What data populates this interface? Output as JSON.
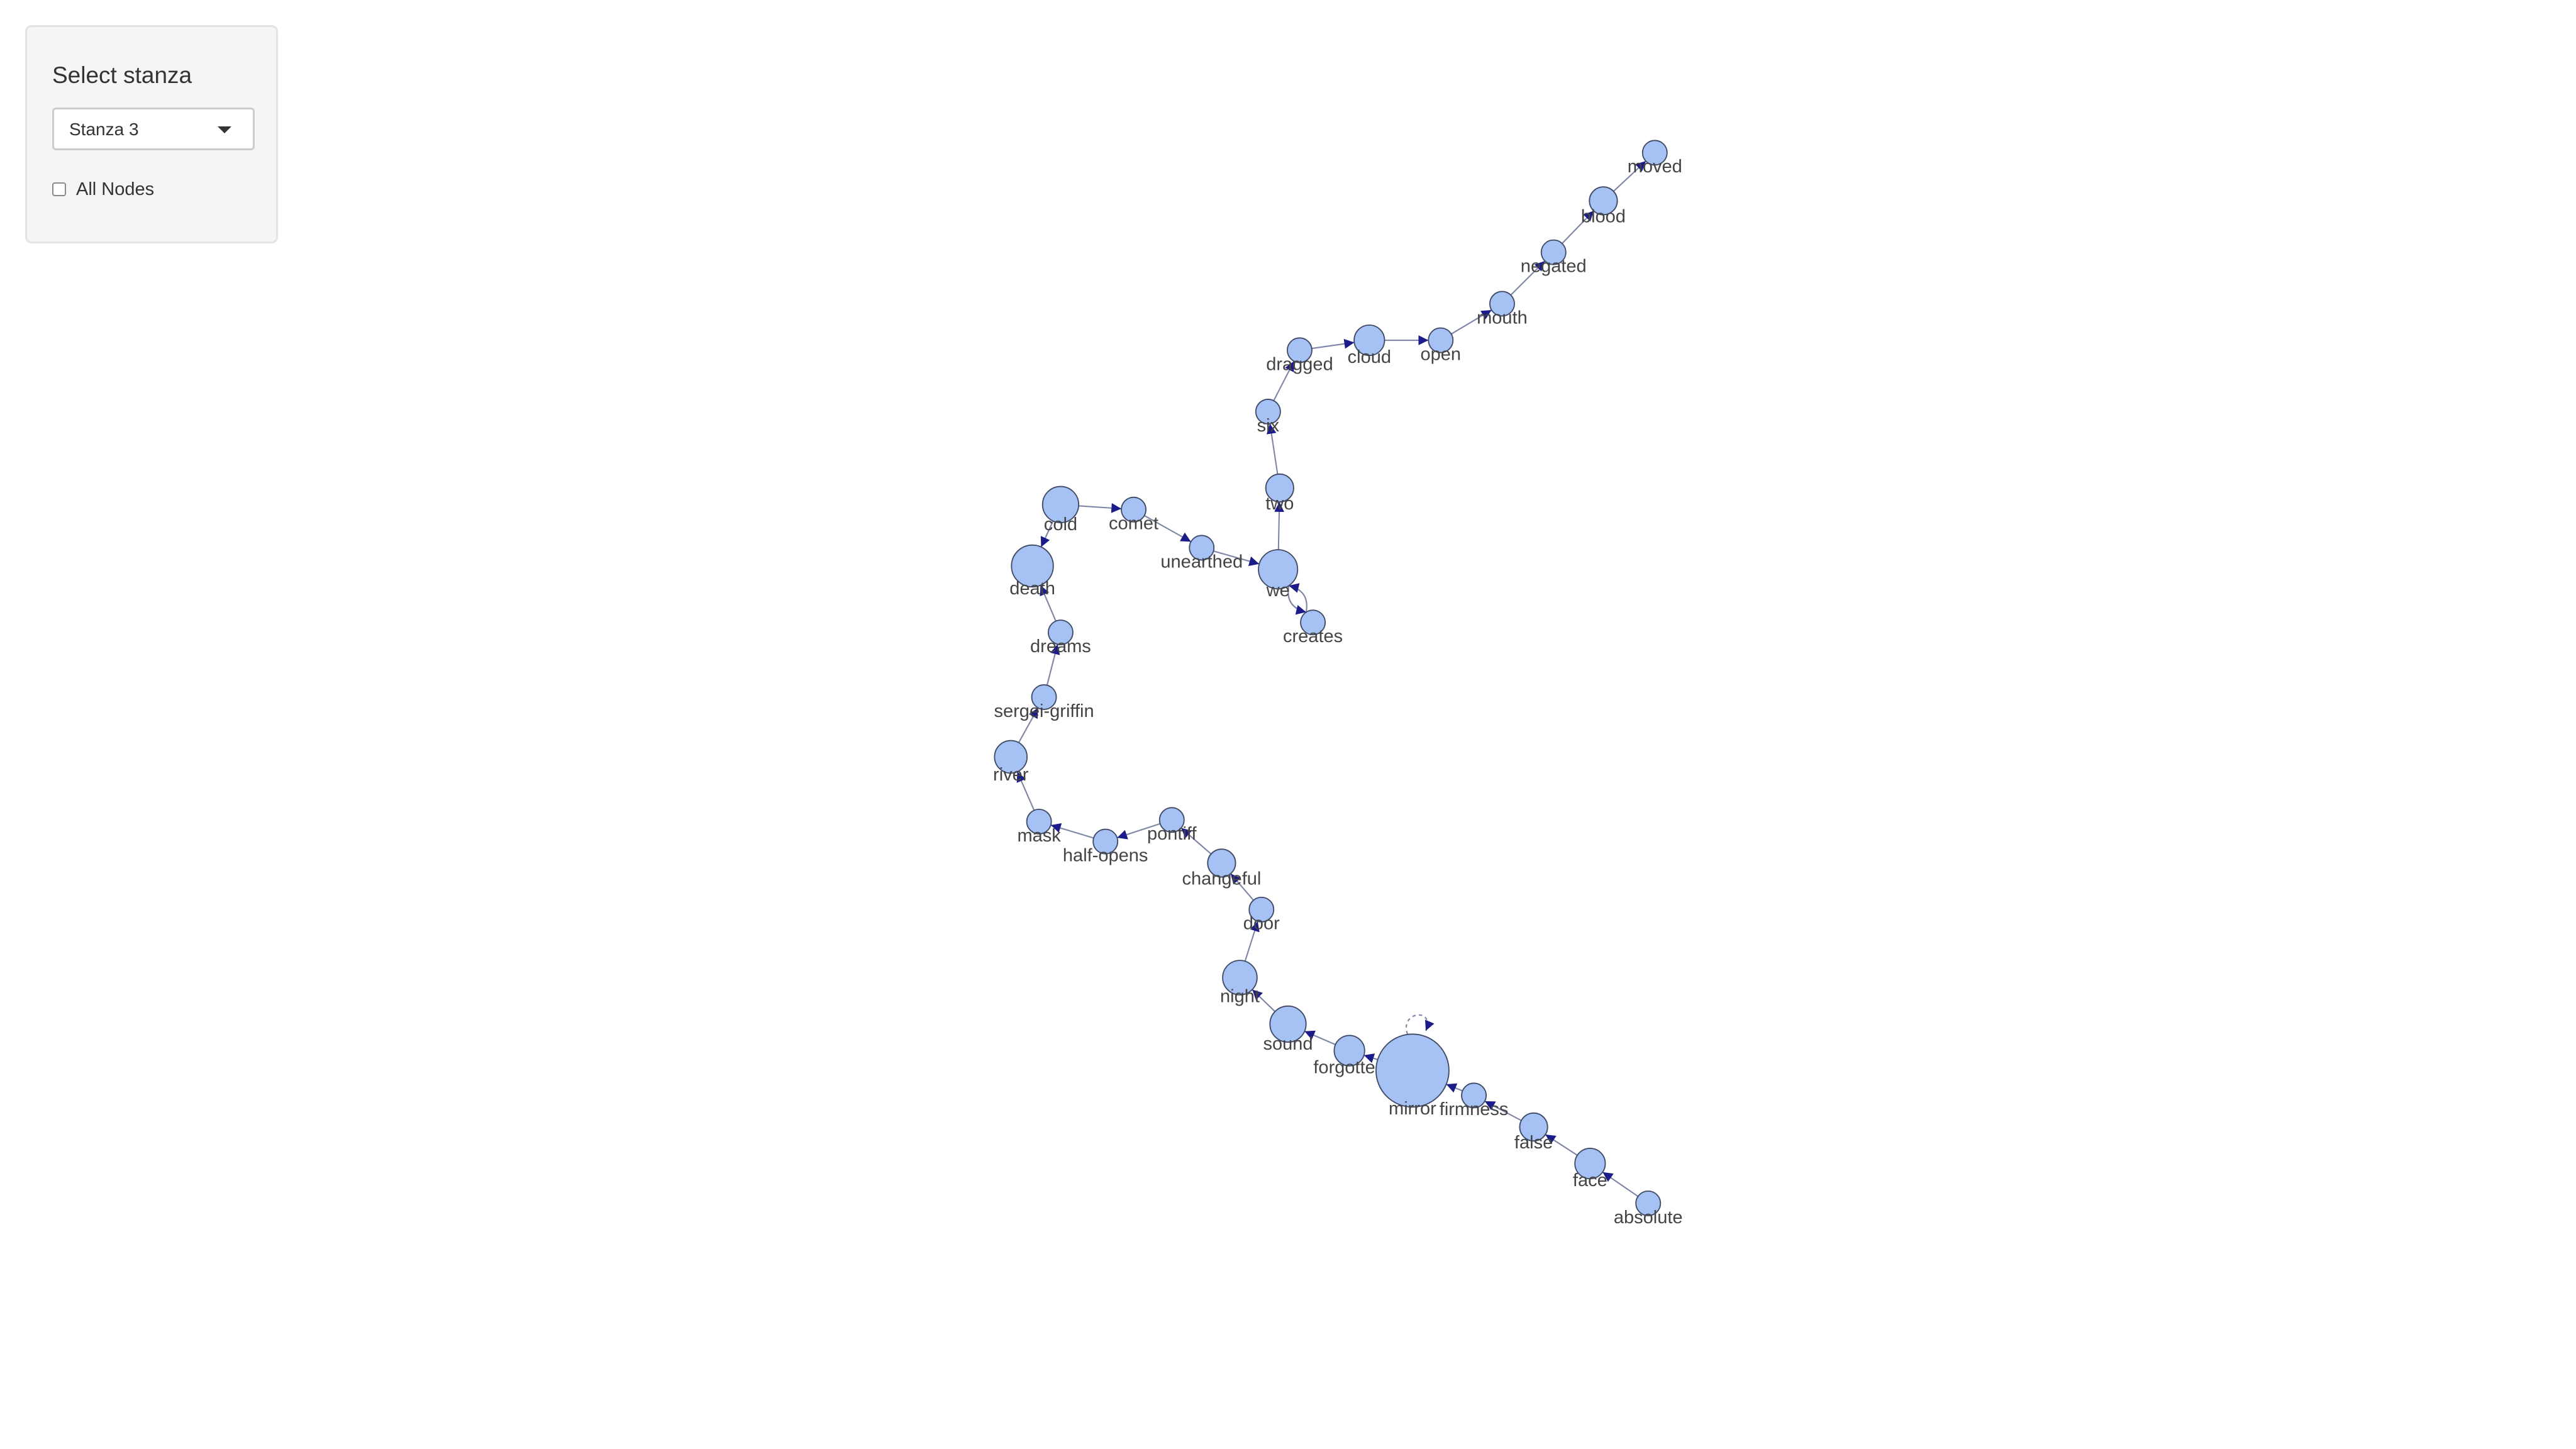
{
  "sidebar": {
    "title": "Select stanza",
    "select": {
      "value": "Stanza 3",
      "options": [
        "Stanza 3"
      ]
    },
    "checkbox": {
      "label": "All Nodes",
      "checked": false
    }
  },
  "colors": {
    "node_fill": "#a6c2f4",
    "node_stroke": "#3f4a66",
    "edge": "#7d86a6",
    "arrow": "#1b1b8a",
    "panel_bg": "#f5f5f5"
  },
  "graph": {
    "nodes": [
      {
        "id": "moved",
        "label": "moved",
        "weight": 1
      },
      {
        "id": "blood",
        "label": "blood",
        "weight": 2
      },
      {
        "id": "negated",
        "label": "negated",
        "weight": 1
      },
      {
        "id": "mouth",
        "label": "mouth",
        "weight": 1
      },
      {
        "id": "open",
        "label": "open",
        "weight": 1
      },
      {
        "id": "cloud",
        "label": "cloud",
        "weight": 3
      },
      {
        "id": "dragged",
        "label": "dragged",
        "weight": 1
      },
      {
        "id": "six",
        "label": "six",
        "weight": 1
      },
      {
        "id": "two",
        "label": "two",
        "weight": 2
      },
      {
        "id": "we",
        "label": "we",
        "weight": 8
      },
      {
        "id": "creates",
        "label": "creates",
        "weight": 1
      },
      {
        "id": "unearthed",
        "label": "unearthed",
        "weight": 1
      },
      {
        "id": "comet",
        "label": "comet",
        "weight": 1
      },
      {
        "id": "cold",
        "label": "cold",
        "weight": 6
      },
      {
        "id": "death",
        "label": "death",
        "weight": 10
      },
      {
        "id": "dreams",
        "label": "dreams",
        "weight": 1
      },
      {
        "id": "sergei-griffin",
        "label": "sergei-griffin",
        "weight": 1
      },
      {
        "id": "river",
        "label": "river",
        "weight": 4
      },
      {
        "id": "mask",
        "label": "mask",
        "weight": 1
      },
      {
        "id": "half-opens",
        "label": "half-opens",
        "weight": 1
      },
      {
        "id": "pontiff",
        "label": "pontiff",
        "weight": 1
      },
      {
        "id": "changeful",
        "label": "changeful",
        "weight": 2
      },
      {
        "id": "door",
        "label": "door",
        "weight": 1
      },
      {
        "id": "night",
        "label": "night",
        "weight": 5
      },
      {
        "id": "sound",
        "label": "sound",
        "weight": 6
      },
      {
        "id": "forgotten",
        "label": "forgotten",
        "weight": 3
      },
      {
        "id": "mirror",
        "label": "mirror",
        "weight": 50
      },
      {
        "id": "firmness",
        "label": "firmness",
        "weight": 1
      },
      {
        "id": "false",
        "label": "false",
        "weight": 2
      },
      {
        "id": "face",
        "label": "face",
        "weight": 3
      },
      {
        "id": "absolute",
        "label": "absolute",
        "weight": 1
      }
    ],
    "edges": [
      {
        "from": "blood",
        "to": "moved"
      },
      {
        "from": "negated",
        "to": "blood"
      },
      {
        "from": "mouth",
        "to": "negated"
      },
      {
        "from": "open",
        "to": "mouth"
      },
      {
        "from": "cloud",
        "to": "open"
      },
      {
        "from": "dragged",
        "to": "cloud"
      },
      {
        "from": "six",
        "to": "dragged"
      },
      {
        "from": "two",
        "to": "six"
      },
      {
        "from": "we",
        "to": "two"
      },
      {
        "from": "we",
        "to": "creates"
      },
      {
        "from": "creates",
        "to": "we"
      },
      {
        "from": "unearthed",
        "to": "we"
      },
      {
        "from": "comet",
        "to": "unearthed"
      },
      {
        "from": "cold",
        "to": "comet"
      },
      {
        "from": "cold",
        "to": "death"
      },
      {
        "from": "dreams",
        "to": "death"
      },
      {
        "from": "sergei-griffin",
        "to": "dreams"
      },
      {
        "from": "river",
        "to": "sergei-griffin"
      },
      {
        "from": "mask",
        "to": "river"
      },
      {
        "from": "half-opens",
        "to": "mask"
      },
      {
        "from": "pontiff",
        "to": "half-opens"
      },
      {
        "from": "changeful",
        "to": "pontiff"
      },
      {
        "from": "door",
        "to": "changeful"
      },
      {
        "from": "night",
        "to": "door"
      },
      {
        "from": "sound",
        "to": "night"
      },
      {
        "from": "forgotten",
        "to": "sound"
      },
      {
        "from": "mirror",
        "to": "forgotten"
      },
      {
        "from": "mirror",
        "to": "mirror"
      },
      {
        "from": "firmness",
        "to": "mirror"
      },
      {
        "from": "false",
        "to": "firmness"
      },
      {
        "from": "face",
        "to": "false"
      },
      {
        "from": "absolute",
        "to": "face"
      }
    ]
  }
}
